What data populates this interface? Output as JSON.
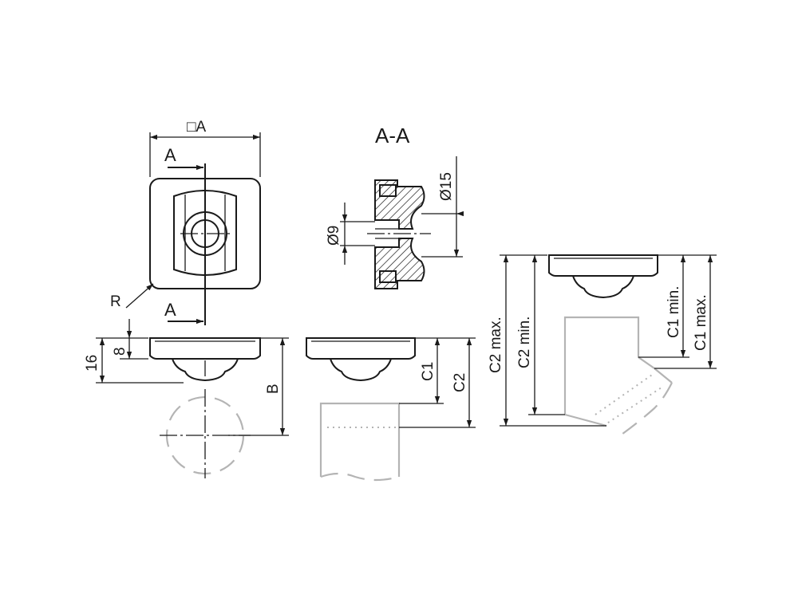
{
  "labels": {
    "square_a": "□A",
    "section_top": "A",
    "section_bottom": "A",
    "radius": "R",
    "section_title": "A-A",
    "dia_outer": "Ø15",
    "dia_inner": "Ø9",
    "dim_16": "16",
    "dim_8": "8",
    "dim_b": "B",
    "dim_c1": "C1",
    "dim_c2": "C2",
    "dim_c2_max": "C2 max.",
    "dim_c2_min": "C2 min.",
    "dim_c1_min": "C1 min.",
    "dim_c1_max": "C1 max."
  },
  "colors": {
    "line": "#1a1a1a",
    "phantom": "#b4b4b4",
    "hatch_fill": "#ffffff"
  }
}
